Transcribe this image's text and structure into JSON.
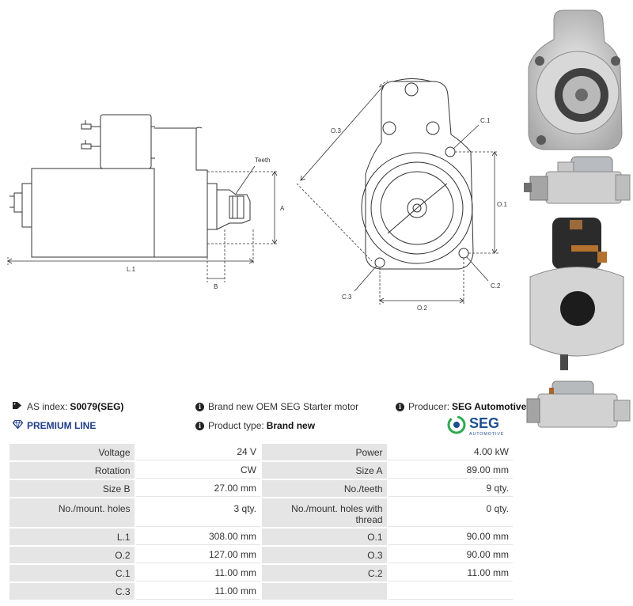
{
  "diagram": {
    "labels": {
      "teeth": "Teeth",
      "a": "A",
      "b": "B",
      "l1": "L.1",
      "o3": "O.3",
      "c1": "C.1",
      "o1": "O.1",
      "c2": "C.2",
      "c3": "C.3",
      "o2": "O.2"
    }
  },
  "info": {
    "as_index_label": "AS index:",
    "as_index_value": "S0079(SEG)",
    "premium_line": "PREMIUM LINE",
    "description": "Brand new OEM SEG Starter motor",
    "product_type_label": "Product type:",
    "product_type_value": "Brand new",
    "producer_label": "Producer:",
    "producer_value": "SEG Automotive"
  },
  "logo": {
    "name": "SEG",
    "sub": "AUTOMOTIVE",
    "color": "#1d4f8f",
    "accent": "#2fa84f"
  },
  "specs": {
    "rows": [
      {
        "l1": "Voltage",
        "v1": "24 V",
        "l2": "Power",
        "v2": "4.00 kW"
      },
      {
        "l1": "Rotation",
        "v1": "CW",
        "l2": "Size A",
        "v2": "89.00 mm"
      },
      {
        "l1": "Size B",
        "v1": "27.00 mm",
        "l2": "No./teeth",
        "v2": "9 qty."
      },
      {
        "l1": "No./mount. holes",
        "v1": "3 qty.",
        "l2": "No./mount. holes with thread",
        "v2": "0 qty."
      },
      {
        "l1": "L.1",
        "v1": "308.00 mm",
        "l2": "O.1",
        "v2": "90.00 mm"
      },
      {
        "l1": "O.2",
        "v1": "127.00 mm",
        "l2": "O.3",
        "v2": "90.00 mm"
      },
      {
        "l1": "C.1",
        "v1": "11.00 mm",
        "l2": "C.2",
        "v2": "11.00 mm"
      },
      {
        "l1": "C.3",
        "v1": "11.00 mm",
        "l2": "",
        "v2": ""
      }
    ]
  }
}
